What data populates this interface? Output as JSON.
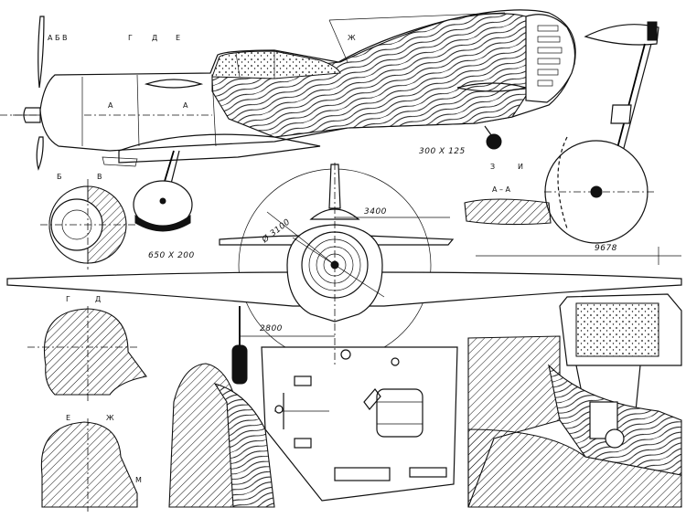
{
  "dimensions": {
    "fuselage_scale": "300 X 125",
    "wheel_scale": "650 X 200",
    "tail_span": "3400",
    "prop_diameter": "Ø 3100",
    "wing_span": "9678",
    "track": "2800"
  },
  "section_marks": {
    "a_b_v": "А Б В",
    "g": "Г",
    "d": "Д",
    "e": "Е",
    "zh": "Ж",
    "a_left": "А",
    "a_right": "А",
    "z": "З",
    "i": "И",
    "b": "Б",
    "v": "В",
    "aa": "А – А",
    "g2": "Г",
    "d2": "Д",
    "e2": "Е",
    "zh2": "Ж",
    "m": "М"
  }
}
